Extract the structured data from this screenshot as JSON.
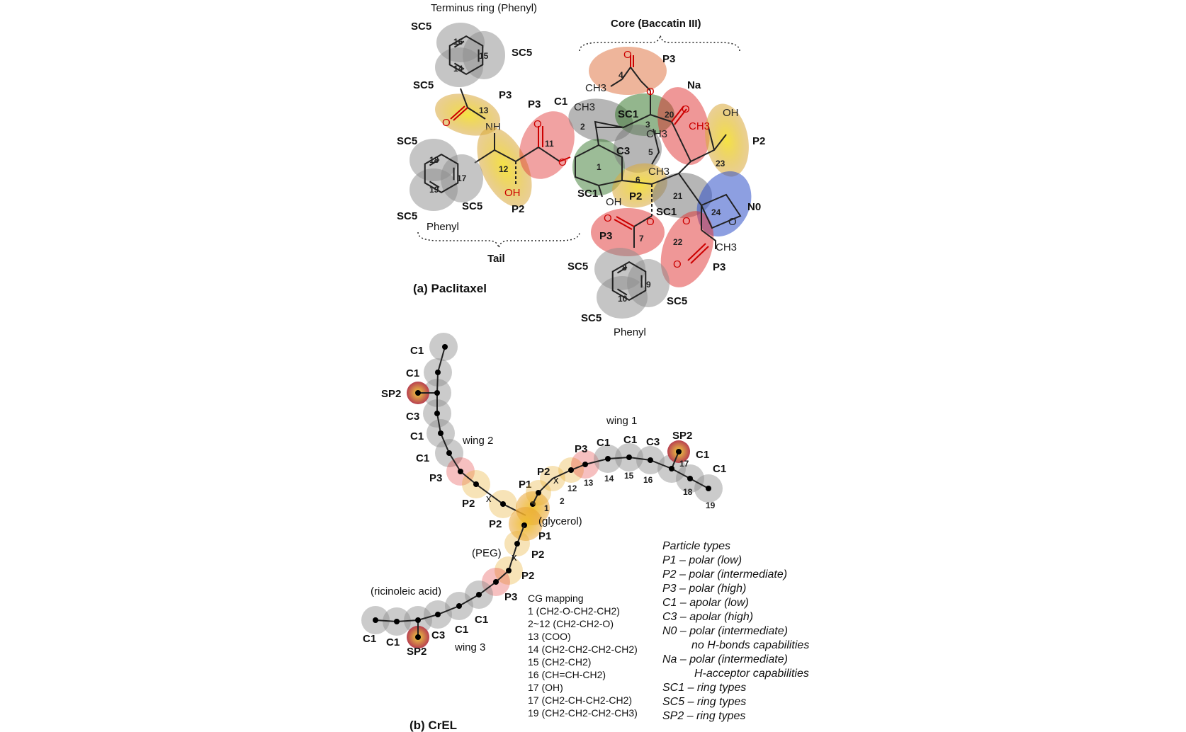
{
  "colors": {
    "apolar": "#8c8c8c",
    "polar_high": "#e03030",
    "polar_mid": "#e8d020",
    "p3_core": "#e07848",
    "ring_sc1": "#3a7a30",
    "n0": "#3050c8",
    "oxygen": "#c00000"
  },
  "icons": [
    "benzene-ring-icon"
  ],
  "paclitaxel": {
    "panel_title": "(a) Paclitaxel",
    "terminus_label": "Terminus ring (Phenyl)",
    "core_label": "Core (Baccatin III)",
    "tail_label": "Tail",
    "phenyl_label": "Phenyl",
    "atoms": {
      "ch3": "CH3",
      "nh": "NH",
      "oh": "OH",
      "o": "O"
    },
    "beads": [
      {
        "id": "1",
        "type": "SC1"
      },
      {
        "id": "2",
        "type": "C1"
      },
      {
        "id": "3",
        "type": "SC1"
      },
      {
        "id": "4",
        "type": "P3"
      },
      {
        "id": "5",
        "type": "C3"
      },
      {
        "id": "6",
        "type": "P2"
      },
      {
        "id": "7",
        "type": "P3"
      },
      {
        "id": "8",
        "type": "SC5"
      },
      {
        "id": "9",
        "type": "SC5"
      },
      {
        "id": "10",
        "type": "SC5"
      },
      {
        "id": "11",
        "type": "P3"
      },
      {
        "id": "12",
        "type": "P2"
      },
      {
        "id": "13",
        "type": "P3"
      },
      {
        "id": "14",
        "type": "SC5"
      },
      {
        "id": "15",
        "type": "SC5"
      },
      {
        "id": "16",
        "type": "SC5"
      },
      {
        "id": "17",
        "type": "SC5"
      },
      {
        "id": "18",
        "type": "SC5"
      },
      {
        "id": "19",
        "type": "SC5"
      },
      {
        "id": "20",
        "type": "Na"
      },
      {
        "id": "21",
        "type": "SC1"
      },
      {
        "id": "22",
        "type": "P3"
      },
      {
        "id": "23",
        "type": "P2"
      },
      {
        "id": "24",
        "type": "N0"
      }
    ]
  },
  "crel": {
    "panel_title": "(b) CrEL",
    "labels": {
      "wing1": "wing 1",
      "wing2": "wing 2",
      "wing3": "wing 3",
      "glycerol": "(glycerol)",
      "peg": "(PEG)",
      "ricinoleic": "(ricinoleic acid)"
    },
    "types": {
      "C1": "C1",
      "C3": "C3",
      "P1": "P1",
      "P2": "P2",
      "P3": "P3",
      "SP2": "SP2"
    },
    "wing1_numbers": [
      "1",
      "2",
      "12",
      "13",
      "14",
      "15",
      "16",
      "17",
      "18",
      "19"
    ],
    "cross": "x",
    "mapping_title": "CG mapping",
    "mapping": [
      "1 (CH2-O-CH2-CH2)",
      "2~12 (CH2-CH2-O)",
      "13 (COO)",
      "14 (CH2-CH2-CH2-CH2)",
      "15 (CH2-CH2)",
      "16 (CH=CH-CH2)",
      "17 (OH)",
      "17 (CH2-CH-CH2-CH2)",
      "19 (CH2-CH2-CH2-CH3)"
    ],
    "legend_title": "Particle types",
    "legend": [
      "P1 – polar (low)",
      "P2 – polar (intermediate)",
      "P3 – polar (high)",
      "C1 – apolar (low)",
      "C3 – apolar (high)",
      "N0 – polar (intermediate)",
      "no H-bonds capabilities",
      "Na – polar (intermediate)",
      "H-acceptor capabilities",
      "SC1 – ring types",
      "SC5 – ring types",
      "SP2 – ring types"
    ]
  }
}
